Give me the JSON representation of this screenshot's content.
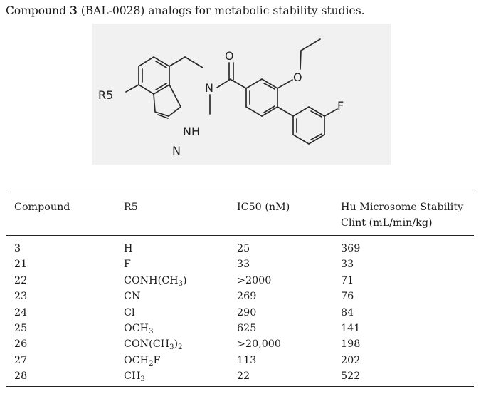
{
  "caption": {
    "prefix": "Compound ",
    "number": "3",
    "suffix": " (BAL-0028) analogs for metabolic stability studies."
  },
  "structure": {
    "atoms": {
      "r5": "R5",
      "n_amide": "N",
      "o_carbonyl": "O",
      "o_ether": "O",
      "nh": "NH",
      "n_ring": "N",
      "f": "F"
    }
  },
  "table": {
    "headers": [
      "Compound",
      "R5",
      "IC50 (nM)",
      "Hu Microsome Stability"
    ],
    "header_line2": "Clint (mL/min/kg)",
    "rows": [
      {
        "compound": "3",
        "r5": [
          [
            "H",
            ""
          ]
        ],
        "ic50": "25",
        "clint": "369"
      },
      {
        "compound": "21",
        "r5": [
          [
            "F",
            ""
          ]
        ],
        "ic50": "33",
        "clint": "33"
      },
      {
        "compound": "22",
        "r5": [
          [
            "CONH(CH",
            "3"
          ],
          [
            ")",
            ""
          ]
        ],
        "ic50": ">2000",
        "clint": "71"
      },
      {
        "compound": "23",
        "r5": [
          [
            "CN",
            ""
          ]
        ],
        "ic50": "269",
        "clint": "76"
      },
      {
        "compound": "24",
        "r5": [
          [
            "Cl",
            ""
          ]
        ],
        "ic50": "290",
        "clint": "84"
      },
      {
        "compound": "25",
        "r5": [
          [
            "OCH",
            "3"
          ]
        ],
        "ic50": "625",
        "clint": "141"
      },
      {
        "compound": "26",
        "r5": [
          [
            "CON(CH",
            "3"
          ],
          [
            ")",
            "2"
          ]
        ],
        "ic50": ">20,000",
        "clint": "198"
      },
      {
        "compound": "27",
        "r5": [
          [
            "OCH",
            "2"
          ],
          [
            "F",
            ""
          ]
        ],
        "ic50": "113",
        "clint": "202"
      },
      {
        "compound": "28",
        "r5": [
          [
            "CH",
            "3"
          ]
        ],
        "ic50": "22",
        "clint": "522"
      }
    ]
  }
}
